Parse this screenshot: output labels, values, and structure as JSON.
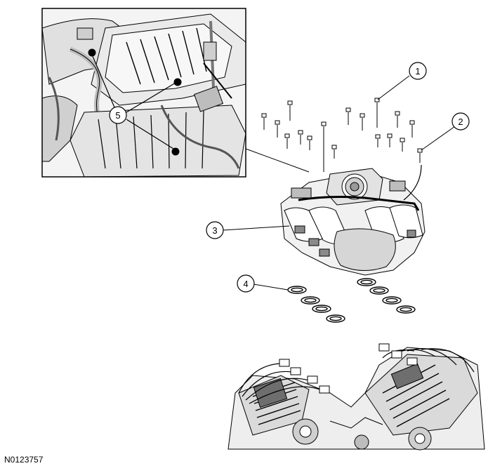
{
  "figure": {
    "reference_number": "N0123757",
    "callouts": [
      {
        "id": "callout-1",
        "label": "1"
      },
      {
        "id": "callout-2",
        "label": "2"
      },
      {
        "id": "callout-3",
        "label": "3"
      },
      {
        "id": "callout-4",
        "label": "4"
      },
      {
        "id": "callout-5",
        "label": "5"
      }
    ]
  },
  "style": {
    "line_color": "#000000",
    "background": "#ffffff",
    "shade_light": "#e6e6e6",
    "shade_mid": "#bdbdbd",
    "shade_dark": "#8a8a8a"
  }
}
